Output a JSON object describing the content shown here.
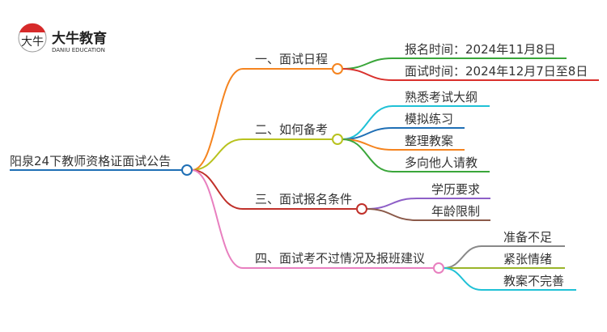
{
  "logo": {
    "cn": "大牛教育",
    "en": "DANIU EDUCATION",
    "mark": "大牛"
  },
  "root": {
    "label": "阳泉24下教师资格证面试公告",
    "color": "#1f6fb5"
  },
  "branches": [
    {
      "label": "一、面试日程",
      "color": "#f5841f",
      "children": [
        {
          "label": "报名时间：2024年11月8日",
          "color": "#3aa63a"
        },
        {
          "label": "面试时间：2024年12月7日至8日",
          "color": "#d9302c"
        }
      ]
    },
    {
      "label": "二、如何备考",
      "color": "#b8c21e",
      "children": [
        {
          "label": "熟悉考试大纲",
          "color": "#1fc1d6"
        },
        {
          "label": "模拟练习",
          "color": "#1f6fb5"
        },
        {
          "label": "整理教案",
          "color": "#f5841f"
        },
        {
          "label": "多向他人请教",
          "color": "#3aa63a"
        }
      ]
    },
    {
      "label": "三、面试报名条件",
      "color": "#c0302a",
      "children": [
        {
          "label": "学历要求",
          "color": "#8e5fc7"
        },
        {
          "label": "年龄限制",
          "color": "#8b5a4a"
        }
      ]
    },
    {
      "label": "四、面试考不过情况及报班建议",
      "color": "#e87fbf",
      "children": [
        {
          "label": "准备不足",
          "color": "#888888"
        },
        {
          "label": "紧张情绪",
          "color": "#9ab52a"
        },
        {
          "label": "教案不完善",
          "color": "#1fc1d6"
        }
      ]
    }
  ]
}
